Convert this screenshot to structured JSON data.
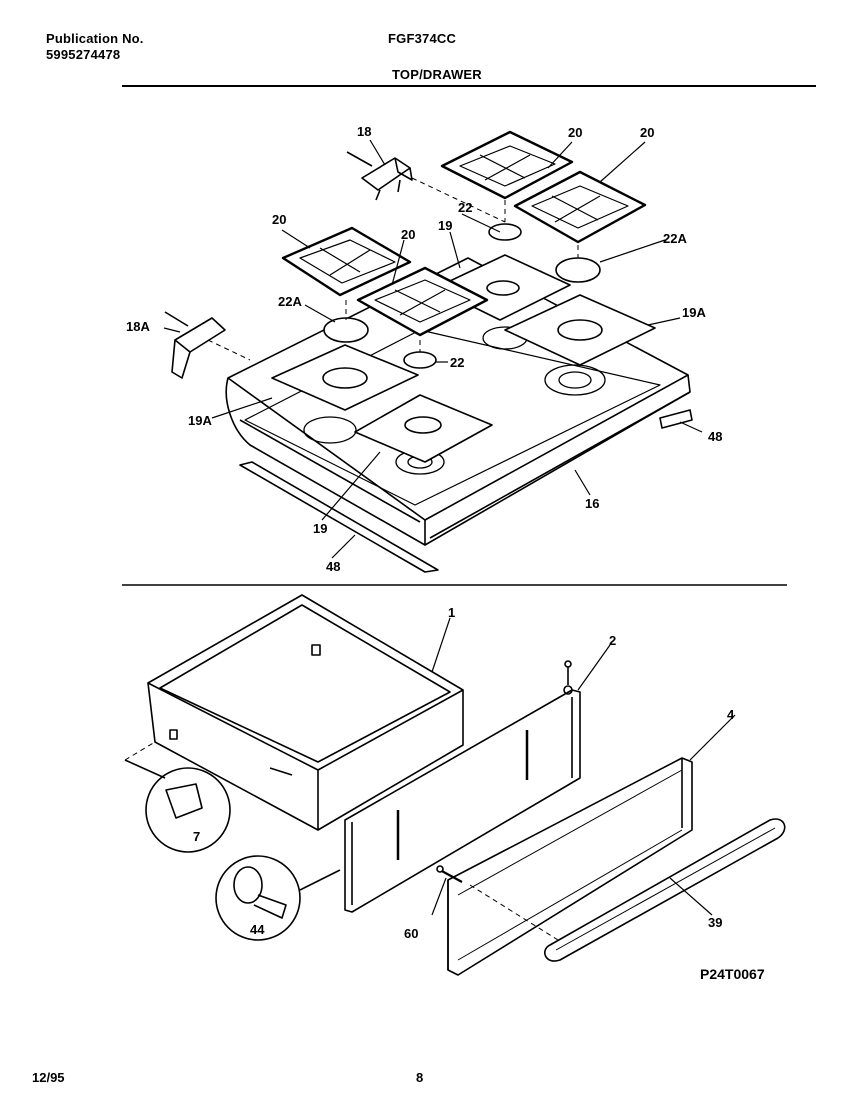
{
  "header": {
    "publication_label": "Publication No.",
    "publication_number": "5995274478",
    "model": "FGF374CC",
    "section_title": "TOP/DRAWER"
  },
  "callouts": {
    "c18": "18",
    "c18a": "18A",
    "c20a": "20",
    "c20b": "20",
    "c20c": "20",
    "c20d": "20",
    "c22a": "22",
    "c22b": "22",
    "c22aa": "22A",
    "c22ab": "22A",
    "c19a": "19",
    "c19b": "19",
    "c19aa": "19A",
    "c19ab": "19A",
    "c16": "16",
    "c48a": "48",
    "c48b": "48",
    "c1": "1",
    "c2": "2",
    "c4": "4",
    "c7": "7",
    "c44": "44",
    "c60": "60",
    "c39": "39"
  },
  "footer": {
    "date": "12/95",
    "page": "8",
    "drawing_ref": "P24T0067"
  }
}
